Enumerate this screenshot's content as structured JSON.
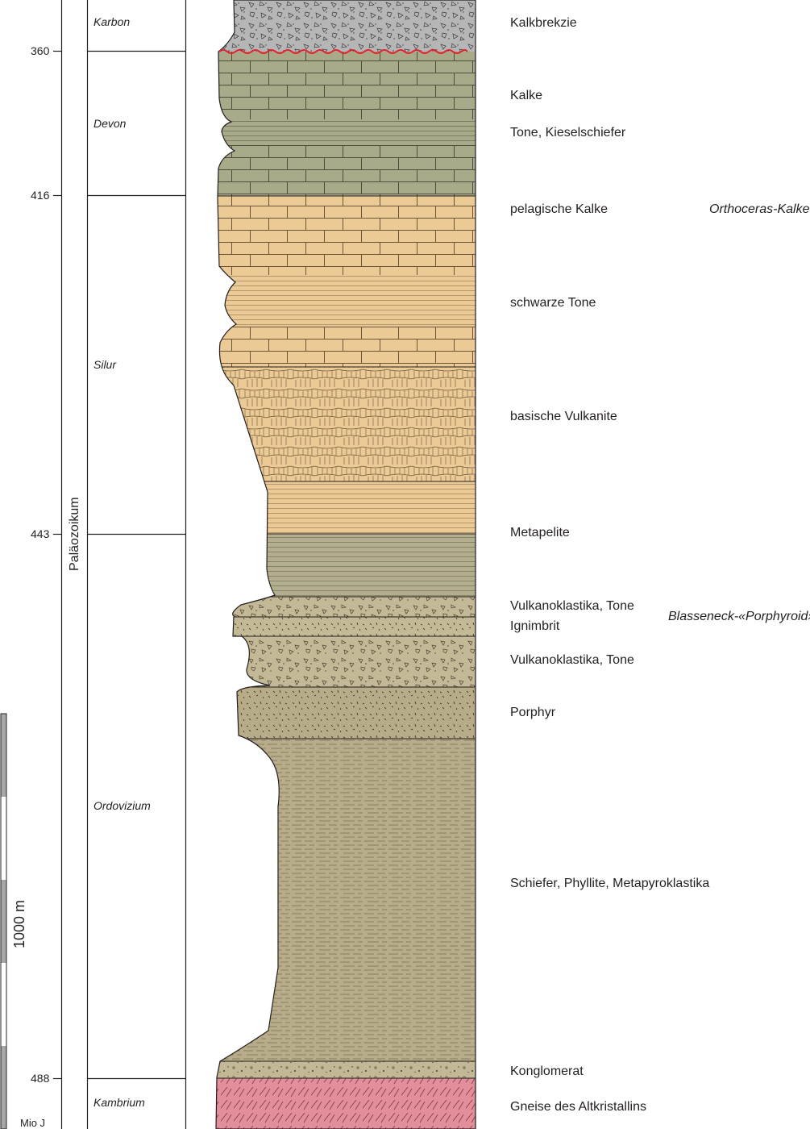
{
  "periods": {
    "karbon": "Karbon",
    "devon": "Devon",
    "silur": "Silur",
    "ordovizium": "Ordovizium",
    "kambrium": "Kambrium"
  },
  "era": "Paläozoikum",
  "ages": {
    "a360": "360",
    "a416": "416",
    "a443": "443",
    "a488": "488"
  },
  "bottom_label": "Mio J",
  "scale_label": "1000 m",
  "layers": {
    "kalkbrekzie": "Kalkbrekzie",
    "kalke": "Kalke",
    "tone_kieselschiefer": "Tone, Kieselschiefer",
    "pelagische_kalke": "pelagische Kalke",
    "schwarze_tone": "schwarze Tone",
    "basische_vulkanite": "basische Vulkanite",
    "metapelite": "Metapelite",
    "vulkanoklastika_tone_1": "Vulkanoklastika, Tone",
    "ignimbrit": "Ignimbrit",
    "vulkanoklastika_tone_2": "Vulkanoklastika, Tone",
    "porphyr": "Porphyr",
    "schiefer": "Schiefer, Phyllite, Metapyroklastika",
    "konglomerat": "Konglomerat",
    "gneise": "Gneise des Altkristallins"
  },
  "annotations": {
    "orthoceras": "Orthoceras-Kalke",
    "blasseneck": "Blasseneck-«Porphyroid»"
  },
  "colors": {
    "kalkbrekzie": "#b6b6b6",
    "devon_kalk": "#a8aa8a",
    "silur_kalk": "#ecca96",
    "metapelite": "#b2ae8e",
    "vulkanoklastika": "#c4b996",
    "porphyr": "#b7ab88",
    "schiefer": "#b8ac8b",
    "konglomerat": "#c2b896",
    "gneise": "#e38e9b",
    "unconformity": "#e0242a"
  }
}
